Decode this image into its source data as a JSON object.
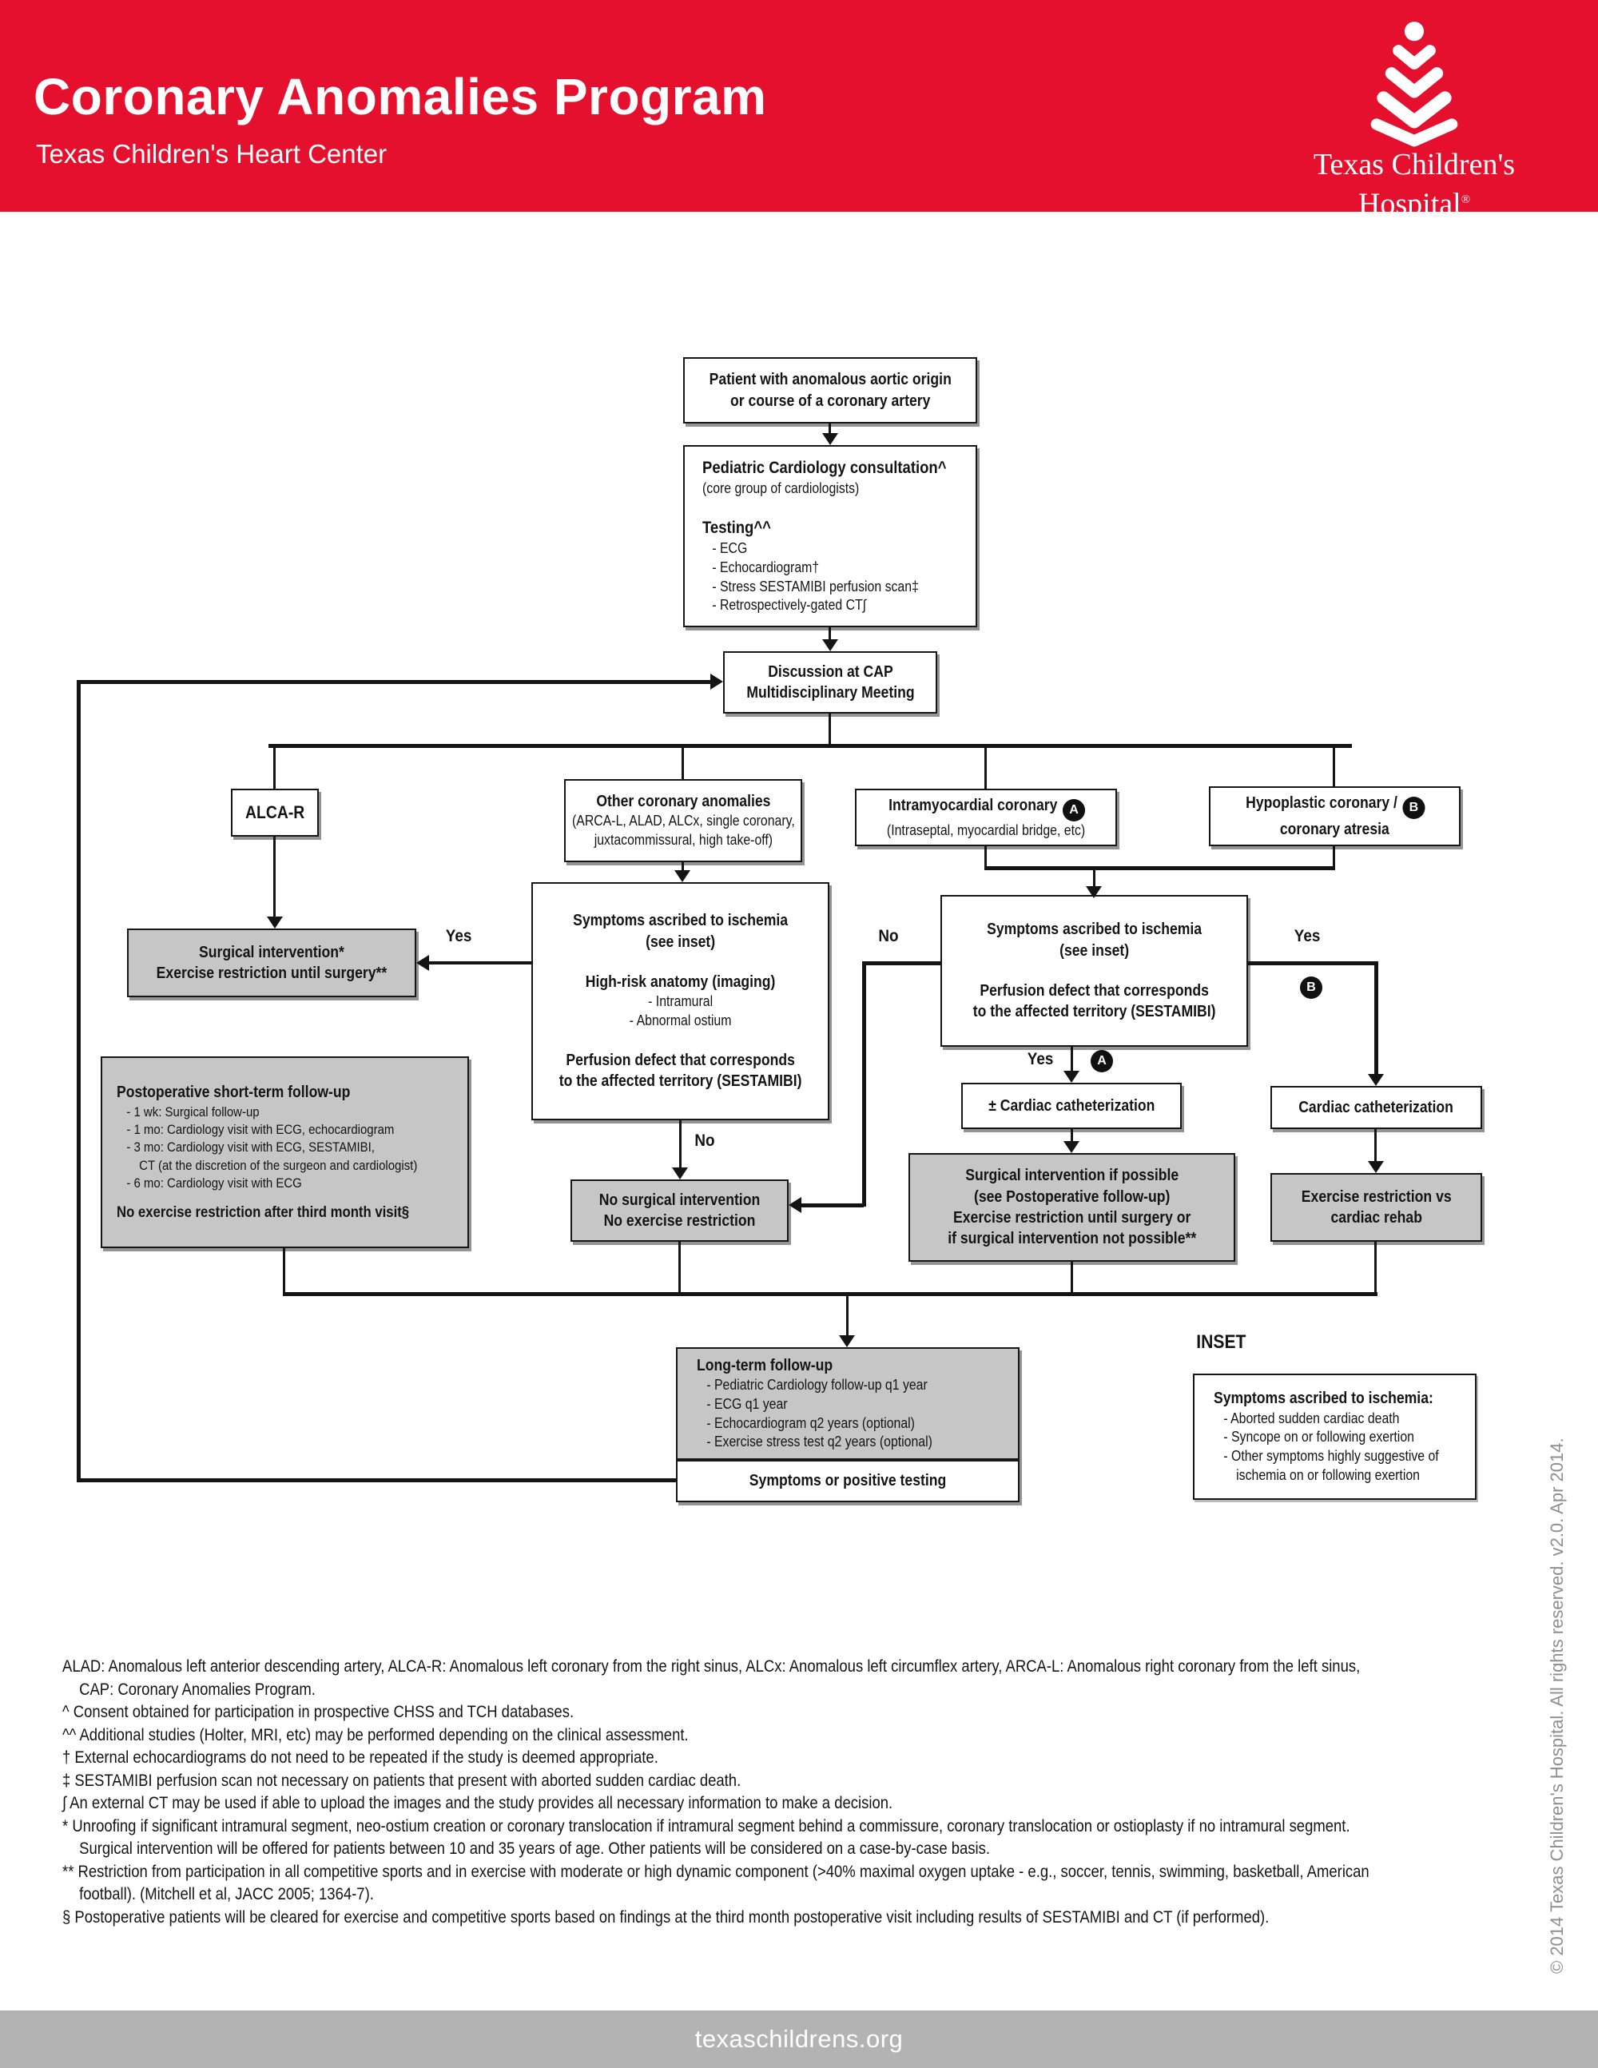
{
  "header": {
    "title": "Coronary Anomalies Program",
    "subtitle": "Texas Children's Heart Center",
    "logo": {
      "line1": "Texas Children's",
      "line2": "Hospital",
      "reg": "®"
    }
  },
  "colors": {
    "brand_red": "#E5102E",
    "box_gray": "#C6C6C6",
    "footer_gray": "#B3B3B3"
  },
  "flowchart": {
    "badges": {
      "a": "A",
      "b": "B"
    },
    "labels": {
      "yes1": "Yes",
      "no1": "No",
      "no2": "No",
      "yes2": "Yes",
      "yes3": "Yes",
      "inset": "INSET"
    },
    "boxes": {
      "patient": [
        {
          "t": "Patient with anomalous aortic origin",
          "s": "b"
        },
        {
          "t": "or course of a coronary artery",
          "s": "b"
        }
      ],
      "consult": [
        {
          "t": "Pediatric Cardiology consultation^",
          "s": "b"
        },
        {
          "t": "(core group of cardiologists)",
          "s": "r"
        },
        {
          "s": "g"
        },
        {
          "t": "Testing^^",
          "s": "b"
        },
        {
          "t": "- ECG",
          "s": "li"
        },
        {
          "t": "- Echocardiogram†",
          "s": "li"
        },
        {
          "t": "- Stress SESTAMIBI perfusion scan‡",
          "s": "li"
        },
        {
          "t": "- Retrospectively-gated CT∫",
          "s": "li"
        }
      ],
      "discussion": [
        {
          "t": "Discussion at CAP",
          "s": "b"
        },
        {
          "t": "Multidisciplinary Meeting",
          "s": "b"
        }
      ],
      "alcar": [
        {
          "t": "ALCA-R",
          "s": "b"
        }
      ],
      "other": [
        {
          "t": "Other coronary anomalies",
          "s": "b"
        },
        {
          "t": "(ARCA-L, ALAD, ALCx, single coronary,",
          "s": "r"
        },
        {
          "t": "juxtacommissural, high take-off)",
          "s": "r"
        }
      ],
      "intra": {
        "title": "Intramyocardial coronary",
        "sub": "(Intraseptal, myocardial bridge, etc)"
      },
      "hypo": {
        "title": "Hypoplastic coronary /",
        "title2": "coronary atresia"
      },
      "sympL": [
        {
          "t": "Symptoms ascribed to ischemia",
          "s": "b"
        },
        {
          "t": "(see inset)",
          "s": "b"
        },
        {
          "s": "g"
        },
        {
          "t": "High-risk anatomy (imaging)",
          "s": "b"
        },
        {
          "t": "- Intramural",
          "s": "r"
        },
        {
          "t": "- Abnormal ostium",
          "s": "r"
        },
        {
          "s": "g"
        },
        {
          "t": "Perfusion defect that corresponds",
          "s": "b"
        },
        {
          "t": "to the affected territory (SESTAMIBI)",
          "s": "b"
        }
      ],
      "sympR": [
        {
          "t": "Symptoms ascribed to ischemia",
          "s": "b"
        },
        {
          "t": "(see inset)",
          "s": "b"
        },
        {
          "s": "g"
        },
        {
          "t": "Perfusion defect that corresponds",
          "s": "b"
        },
        {
          "t": "to the affected territory (SESTAMIBI)",
          "s": "b"
        }
      ],
      "surg": [
        {
          "t": "Surgical intervention*",
          "s": "b"
        },
        {
          "t": "Exercise restriction until surgery**",
          "s": "b"
        }
      ],
      "postop": [
        {
          "t": "Postoperative short-term follow-up",
          "s": "b"
        },
        {
          "t": "- 1 wk: Surgical follow-up",
          "s": "li"
        },
        {
          "t": "- 1 mo: Cardiology visit with ECG, echocardiogram",
          "s": "li"
        },
        {
          "t": "- 3 mo: Cardiology visit with ECG, SESTAMIBI,",
          "s": "li"
        },
        {
          "t": "CT (at the discretion of the surgeon and cardiologist)",
          "s": "li2"
        },
        {
          "t": "- 6 mo: Cardiology visit with ECG",
          "s": "li"
        },
        {
          "s": "g"
        },
        {
          "t": "No exercise restriction after third month visit§",
          "s": "b2"
        }
      ],
      "pmcath": [
        {
          "t": "± Cardiac catheterization",
          "s": "b"
        }
      ],
      "cath": [
        {
          "t": "Cardiac catheterization",
          "s": "b"
        }
      ],
      "surgif": [
        {
          "t": "Surgical intervention if possible",
          "s": "b"
        },
        {
          "t": "(see Postoperative follow-up)",
          "s": "b"
        },
        {
          "t": "Exercise restriction until surgery or",
          "s": "b"
        },
        {
          "t": "if surgical intervention not possible**",
          "s": "b"
        }
      ],
      "exrehab": [
        {
          "t": "Exercise restriction vs",
          "s": "b"
        },
        {
          "t": "cardiac rehab",
          "s": "b"
        }
      ],
      "nosurg": [
        {
          "t": "No surgical intervention",
          "s": "b"
        },
        {
          "t": "No exercise restriction",
          "s": "b"
        }
      ],
      "longterm": [
        {
          "t": "Long-term follow-up",
          "s": "b"
        },
        {
          "t": "- Pediatric Cardiology follow-up q1 year",
          "s": "li"
        },
        {
          "t": "- ECG q1 year",
          "s": "li"
        },
        {
          "t": "- Echocardiogram q2 years (optional)",
          "s": "li"
        },
        {
          "t": "- Exercise stress test q2 years (optional)",
          "s": "li"
        }
      ],
      "sympos": [
        {
          "t": "Symptoms or positive testing",
          "s": "b"
        }
      ],
      "inset": [
        {
          "t": "Symptoms ascribed to ischemia:",
          "s": "b"
        },
        {
          "t": "- Aborted sudden cardiac death",
          "s": "li"
        },
        {
          "t": "- Syncope on or following exertion",
          "s": "li"
        },
        {
          "t": "- Other symptoms highly suggestive of",
          "s": "li"
        },
        {
          "t": "ischemia on or following exertion",
          "s": "li2"
        }
      ]
    }
  },
  "footnotes": {
    "lines": [
      {
        "t": "ALAD: Anomalous left anterior descending artery, ALCA-R: Anomalous left coronary from the right sinus, ALCx: Anomalous left circumflex artery, ARCA-L: Anomalous right coronary from the left sinus,",
        "s": "r"
      },
      {
        "t": "CAP: Coronary Anomalies Program.",
        "s": "li"
      },
      {
        "t": "^ Consent obtained for participation in prospective CHSS and TCH databases.",
        "s": "r"
      },
      {
        "t": "^^ Additional studies (Holter, MRI, etc) may be performed depending on the clinical assessment.",
        "s": "r"
      },
      {
        "t": "† External echocardiograms do not need to be repeated if the study is deemed appropriate.",
        "s": "r"
      },
      {
        "t": "‡ SESTAMIBI perfusion scan not necessary on patients that present with aborted sudden cardiac death.",
        "s": "r"
      },
      {
        "t": "∫ An external CT may be used if able to upload the images and the study provides all necessary information to make a decision.",
        "s": "r"
      },
      {
        "t": "* Unroofing if significant intramural segment, neo-ostium creation or coronary translocation if intramural segment behind a commissure, coronary translocation or ostioplasty if no intramural segment.",
        "s": "r"
      },
      {
        "t": "Surgical intervention will be offered for patients between 10 and 35 years of age. Other patients will be considered on a case-by-case basis.",
        "s": "li"
      },
      {
        "t": "** Restriction from participation in all competitive sports and in exercise with moderate or high dynamic component (>40% maximal oxygen uptake - e.g., soccer, tennis, swimming, basketball, American",
        "s": "r"
      },
      {
        "t": "football). (Mitchell et al, JACC 2005; 1364-7).",
        "s": "li"
      },
      {
        "t": "§  Postoperative patients will be cleared for exercise and competitive sports based on findings at the third month postoperative visit including results of SESTAMIBI and CT (if performed).",
        "s": "r"
      }
    ]
  },
  "sidebar": {
    "copyright": "© 2014  Texas Children's Hospital. All rights reserved. v2.0. Apr 2014."
  },
  "footer": {
    "url": "texaschildrens.org"
  }
}
